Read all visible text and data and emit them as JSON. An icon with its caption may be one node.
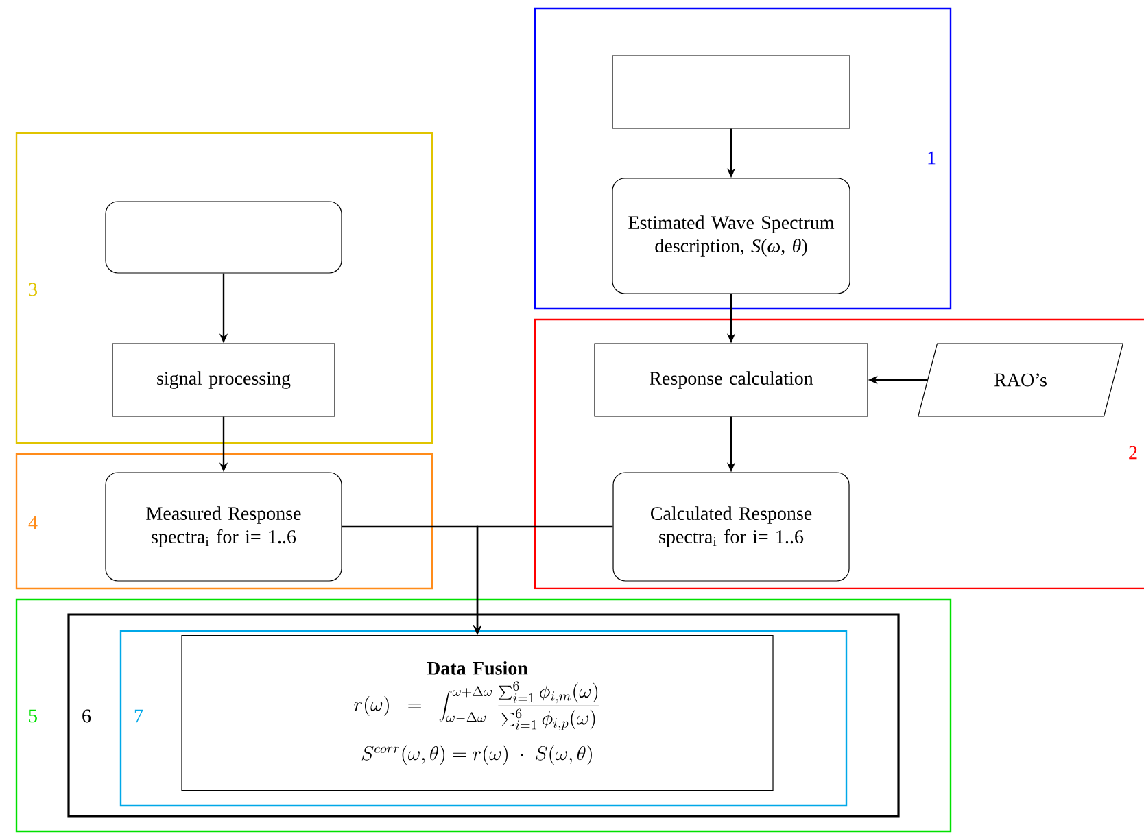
{
  "diagram": {
    "nodes": [
      {
        "text": [
          "1"
        ]
      },
      {
        "text": [],
        "shape": "box",
        "in": 0
      },
      {
        "text": [
          "Estimated Wave Spectrum description, *S*(*ω*, *θ*)"
        ],
        "in": 0
      },
      {
        "text": [
          "3"
        ]
      },
      {
        "text": [],
        "shape": "box",
        "in": 3
      },
      {
        "text": [
          "2"
        ]
      },
      {
        "text": [
          "signal processing"
        ],
        "in": 3
      },
      {
        "text": [
          "Response calculation"
        ],
        "in": 5
      },
      {
        "text": [
          "RAO’s"
        ],
        "in": 5
      },
      {
        "text": [
          "4"
        ]
      },
      {
        "text": [
          "Measured Response spectra$_{i}$ for i= 1..6"
        ],
        "in": 9
      },
      {
        "text": [
          "Calculated Response spectra$_{i}$ for i= 1..6"
        ],
        "in": 5
      },
      {
        "text": [
          "5"
        ]
      },
      {
        "text": [
          "6"
        ],
        "in": 12
      },
      {
        "text": [
          "7"
        ],
        "in": 13
      },
      {
        "text": [
          "Data Fusion",
          "r(\\omega)\\;\\;=\\;\\;\\int_{\\omega-\\Delta\\omega}^{\\omega+\\Delta\\omega}\\frac{\\sum_{i=1}^{6}\\phi_{i,m}(\\omega)}{\\sum_{i=1}^{6}\\phi_{i,p}(\\omega)}",
          "S^{corr}(\\omega,\\theta)=r(\\omega)\\;\\cdot\\;S(\\omega,\\theta)"
        ],
        "in": 14
      }
    ],
    "edges": [
      {
        "from": 1,
        "to": 2,
        "arrow": "to"
      },
      {
        "from": 2,
        "to": 7,
        "arrow": "to"
      },
      {
        "from": 8,
        "to": 7,
        "arrow": "to"
      },
      {
        "from": 7,
        "to": 11,
        "arrow": "to"
      },
      {
        "from": 4,
        "to": 6,
        "arrow": "to"
      },
      {
        "from": 6,
        "to": 10,
        "arrow": "to"
      },
      {
        "from": 10,
        "to": 15,
        "arrow": "to"
      },
      {
        "from": 11,
        "to": 15,
        "arrow": "to"
      }
    ]
  }
}
